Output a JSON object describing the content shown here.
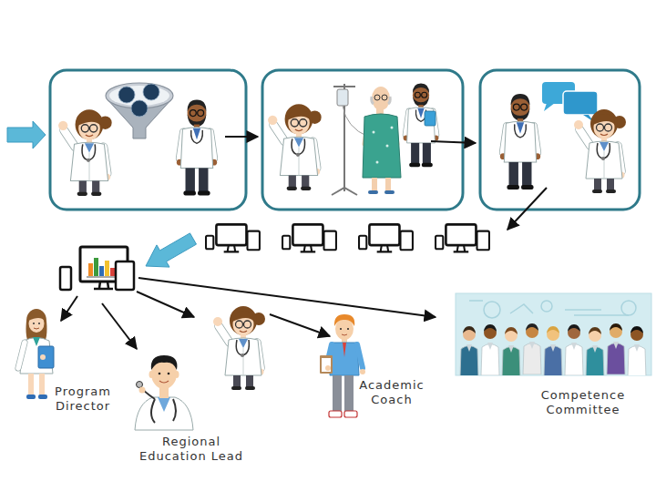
{
  "diagram": {
    "nodes": [
      {
        "text": [
          "Program Director"
        ]
      },
      {
        "text": [
          "Regional Education Lead"
        ]
      },
      {
        "text": [
          "Academic Coach"
        ]
      },
      {
        "text": [
          "Competence Committee"
        ]
      }
    ]
  }
}
